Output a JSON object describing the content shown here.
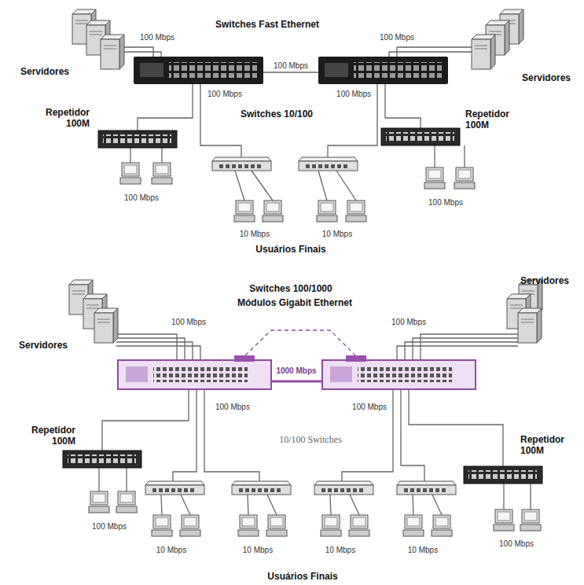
{
  "diagram": {
    "nodes": [
      {
        "text": [
          "Servidores"
        ]
      },
      {
        "text": [
          "Servidores"
        ]
      },
      {
        "text": [
          "Repetidor 100M"
        ]
      },
      {
        "text": [
          "Repetidor 100M"
        ]
      },
      {
        "text": [
          "Servidores"
        ]
      },
      {
        "text": [
          "Servidores"
        ]
      },
      {
        "text": [
          "Repetidor 100M"
        ]
      },
      {
        "text": [
          "Repetidor 100M"
        ]
      }
    ],
    "labels": [
      "Switches Fast Ethernet",
      "100 Mbps",
      "100 Mbps",
      "100 Mbps",
      "100 Mbps",
      "100 Mbps",
      "Switches 10/100",
      "100 Mbps",
      "10 Mbps",
      "10 Mbps",
      "100 Mbps",
      "Usuários Finais",
      "Switches 100/1000",
      "Módulos Gigabit Ethernet",
      "100 Mbps",
      "100 Mbps",
      "1000 Mbps",
      "100 Mbps",
      "100 Mbps",
      "10/100 Switches",
      "100 Mbps",
      "10 Mbps",
      "10 Mbps",
      "10 Mbps",
      "10 Mbps",
      "100 Mbps",
      "Usuários Finais"
    ]
  }
}
